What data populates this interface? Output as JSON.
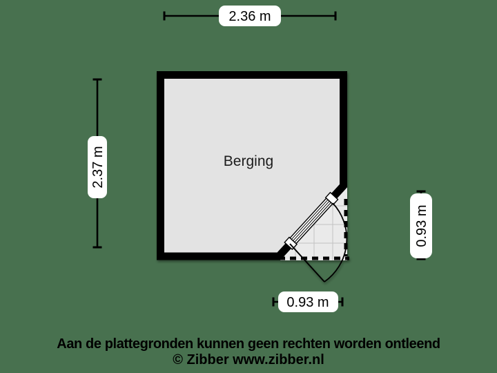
{
  "floorplan": {
    "room_label": "Berging",
    "dimensions": {
      "top": "2.36 m",
      "left": "2.37 m",
      "right": "0.93 m",
      "bottom": "0.93 m"
    },
    "colors": {
      "background": "#48714f",
      "wall": "#000000",
      "floor": "#e3e3e3",
      "outdoor": "#eaeaea",
      "label_bg": "#ffffff"
    }
  },
  "footer": {
    "disclaimer": "Aan de plattegronden kunnen geen rechten worden ontleend",
    "copyright": "© Zibber www.zibber.nl"
  }
}
